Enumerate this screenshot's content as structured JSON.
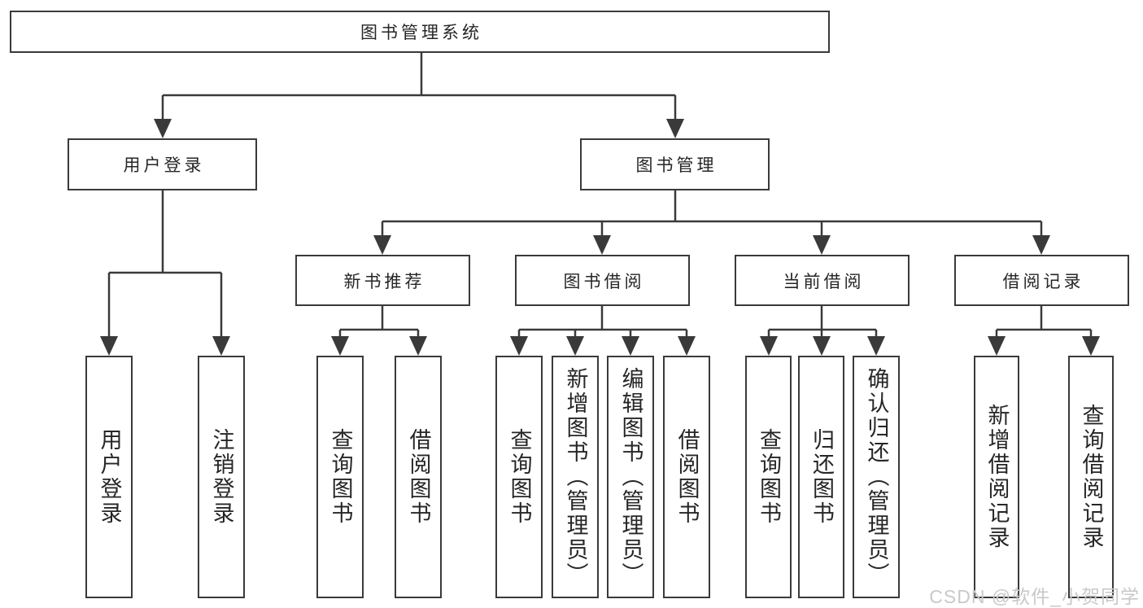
{
  "tree": {
    "label": "图书管理系统",
    "children": [
      {
        "label": "用户登录",
        "children": [
          {
            "label": "用户登录"
          },
          {
            "label": "注销登录"
          }
        ]
      },
      {
        "label": "图书管理",
        "children": [
          {
            "label": "新书推荐",
            "children": [
              {
                "label": "查询图书"
              },
              {
                "label": "借阅图书"
              }
            ]
          },
          {
            "label": "图书借阅",
            "children": [
              {
                "label": "查询图书"
              },
              {
                "label": "新增图书（管理员）"
              },
              {
                "label": "编辑图书（管理员）"
              },
              {
                "label": "借阅图书"
              }
            ]
          },
          {
            "label": "当前借阅",
            "children": [
              {
                "label": "查询图书"
              },
              {
                "label": "归还图书"
              },
              {
                "label": "确认归还（管理员）"
              }
            ]
          },
          {
            "label": "借阅记录",
            "children": [
              {
                "label": "新增借阅记录"
              },
              {
                "label": "查询借阅记录"
              }
            ]
          }
        ]
      }
    ]
  },
  "watermark": {
    "text": "CSDN @软件_小贺同学"
  },
  "colors": {
    "background": "#ffffff",
    "line": "#3a3a3a",
    "box_border": "#3a3a3a",
    "text": "#262626",
    "watermark": "#c9c9c9"
  }
}
